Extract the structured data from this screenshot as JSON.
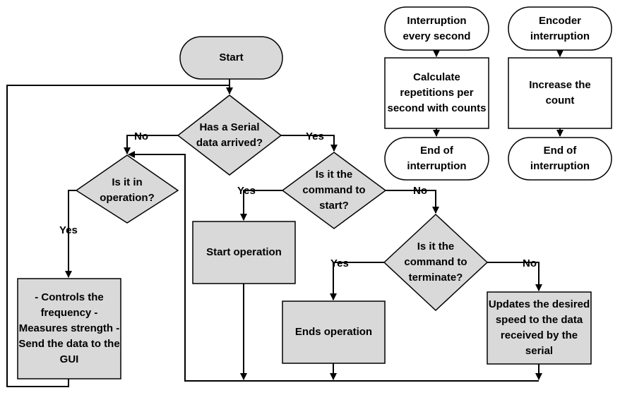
{
  "colors": {
    "fill": "#d9d9d9",
    "stroke": "#000000",
    "background": "#ffffff"
  },
  "nodes": {
    "start": "Start",
    "serial_arrived": "Has a Serial data arrived?",
    "in_operation": "Is it in operation?",
    "cmd_start": "Is it the command to start?",
    "start_operation": "Start operation",
    "cmd_terminate": "Is it the command to terminate?",
    "ends_operation": "Ends operation",
    "updates_speed": "Updates the desired speed to the data received by the serial",
    "controls": "- Controls the frequency - Measures strength - Send the data to the GUI",
    "int_every_second": "Interruption every second",
    "calc_reps": "Calculate repetitions per second with counts",
    "end_int_1": "End of interruption",
    "encoder_int": "Encoder interruption",
    "increase_count": "Increase the count",
    "end_int_2": "End of interruption"
  },
  "edge_labels": {
    "serial_no": "No",
    "serial_yes": "Yes",
    "operation_yes": "Yes",
    "start_yes": "Yes",
    "start_no": "No",
    "terminate_yes": "Yes",
    "terminate_no": "No"
  }
}
